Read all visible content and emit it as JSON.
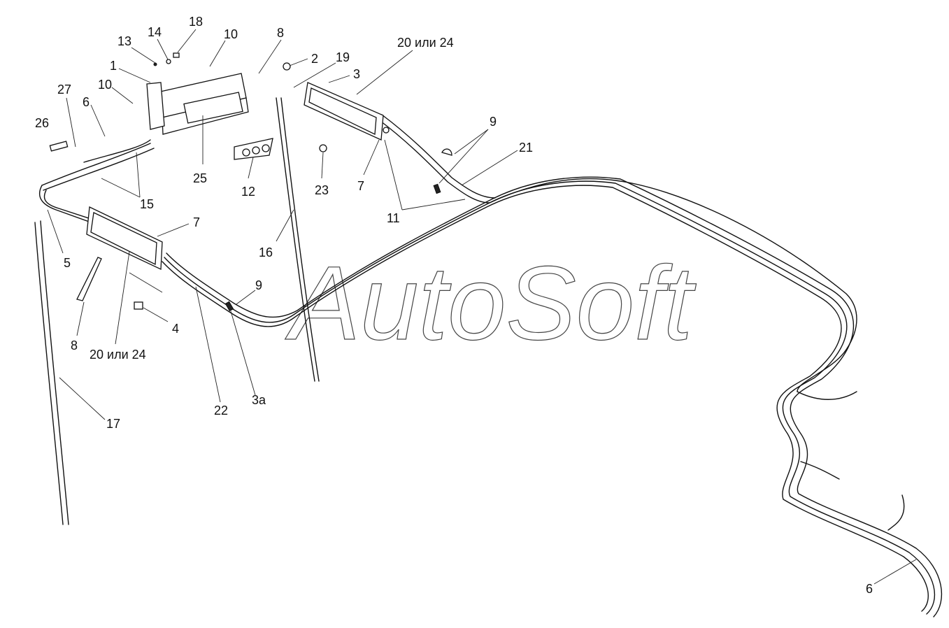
{
  "watermark": "AutoSoft",
  "callouts": [
    {
      "id": "c13",
      "text": "13"
    },
    {
      "id": "c14",
      "text": "14"
    },
    {
      "id": "c18",
      "text": "18"
    },
    {
      "id": "c10a",
      "text": "10"
    },
    {
      "id": "c8a",
      "text": "8"
    },
    {
      "id": "c2",
      "text": "2"
    },
    {
      "id": "c19",
      "text": "19"
    },
    {
      "id": "c3",
      "text": "3"
    },
    {
      "id": "c20a",
      "text": "20 или  24"
    },
    {
      "id": "c1",
      "text": "1"
    },
    {
      "id": "c27",
      "text": "27"
    },
    {
      "id": "c10b",
      "text": "10"
    },
    {
      "id": "c6a",
      "text": "6"
    },
    {
      "id": "c26",
      "text": "26"
    },
    {
      "id": "c9a",
      "text": "9"
    },
    {
      "id": "c21",
      "text": "21"
    },
    {
      "id": "c25",
      "text": "25"
    },
    {
      "id": "c12",
      "text": "12"
    },
    {
      "id": "c23",
      "text": "23"
    },
    {
      "id": "c7a",
      "text": "7"
    },
    {
      "id": "c15",
      "text": "15"
    },
    {
      "id": "c11",
      "text": "11"
    },
    {
      "id": "c7b",
      "text": "7"
    },
    {
      "id": "c5",
      "text": "5"
    },
    {
      "id": "c16",
      "text": "16"
    },
    {
      "id": "c9b",
      "text": "9"
    },
    {
      "id": "c4",
      "text": "4"
    },
    {
      "id": "c8b",
      "text": "8"
    },
    {
      "id": "c20b",
      "text": "20 или  24"
    },
    {
      "id": "c3a",
      "text": "3а"
    },
    {
      "id": "c22",
      "text": "22"
    },
    {
      "id": "c17",
      "text": "17"
    },
    {
      "id": "c6b",
      "text": "6"
    }
  ]
}
